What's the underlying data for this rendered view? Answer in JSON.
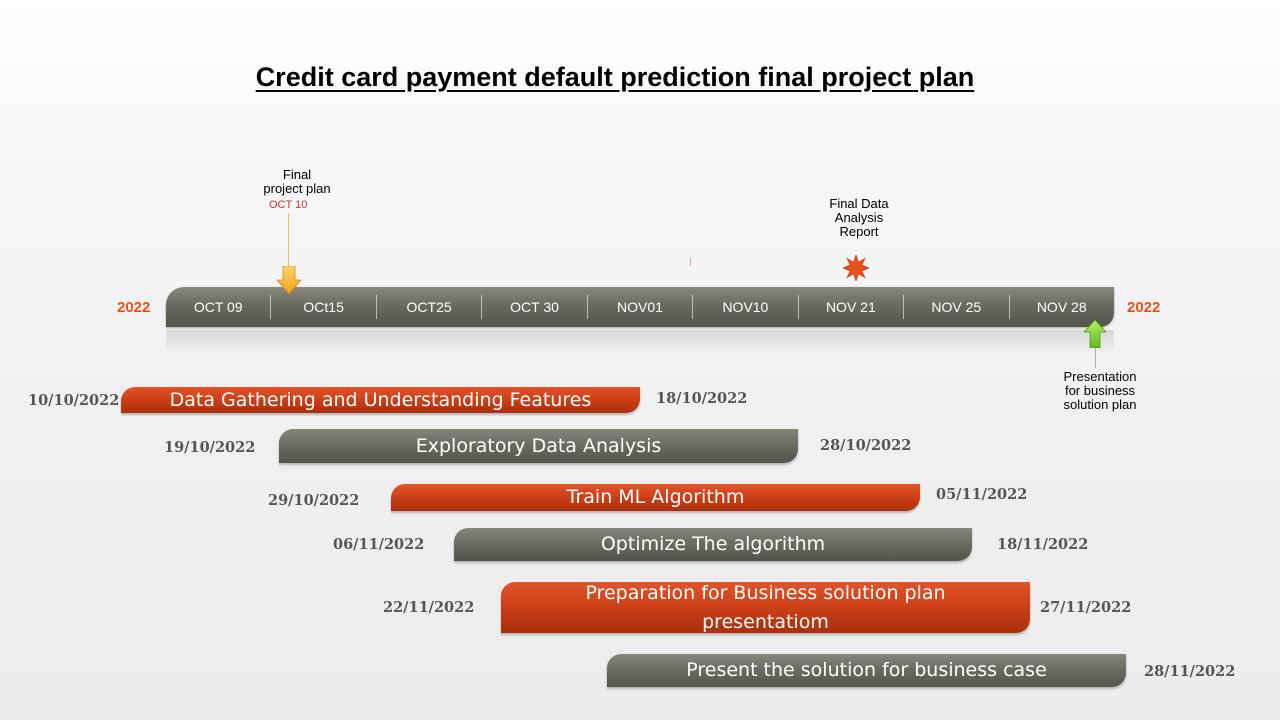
{
  "title": "Credit card payment default prediction final project plan",
  "timeline": {
    "year_left": "2022",
    "year_right": "2022",
    "ticks": [
      "OCT 09",
      "OCt15",
      "OCT25",
      "OCT 30",
      "NOV01",
      "NOV10",
      "NOV 21",
      "NOV 25",
      "NOV 28"
    ]
  },
  "milestones": [
    {
      "label": "Final\nproject plan",
      "date": "OCT 10",
      "icon": "down-arrow-icon",
      "color": "#f4b33a"
    },
    {
      "label": "Final Data\nAnalysis\nReport",
      "date": "",
      "icon": "starburst-icon",
      "color": "#e8511c"
    },
    {
      "label": "Presentation\nfor business\nsolution plan",
      "date": "",
      "icon": "up-arrow-icon",
      "color": "#7ccc2a"
    }
  ],
  "tasks": [
    {
      "label": "Data Gathering and Understanding Features",
      "start": "10/10/2022",
      "end": "18/10/2022",
      "color": "red"
    },
    {
      "label": "Exploratory Data Analysis",
      "start": "19/10/2022",
      "end": "28/10/2022",
      "color": "gray"
    },
    {
      "label": "Train ML Algorithm",
      "start": "29/10/2022",
      "end": "05/11/2022",
      "color": "red"
    },
    {
      "label": "Optimize The algorithm",
      "start": "06/11/2022",
      "end": "18/11/2022",
      "color": "gray"
    },
    {
      "label": "Preparation for Business solution plan presentatiom",
      "start": "22/11/2022",
      "end": "27/11/2022",
      "color": "red"
    },
    {
      "label": "Present the solution for business case",
      "start": "",
      "end": "28/11/2022",
      "color": "gray"
    }
  ],
  "colors": {
    "accent": "#e8511c",
    "bar_red": "#c83d16",
    "bar_gray": "#6a695f",
    "date_text": "#555555"
  }
}
